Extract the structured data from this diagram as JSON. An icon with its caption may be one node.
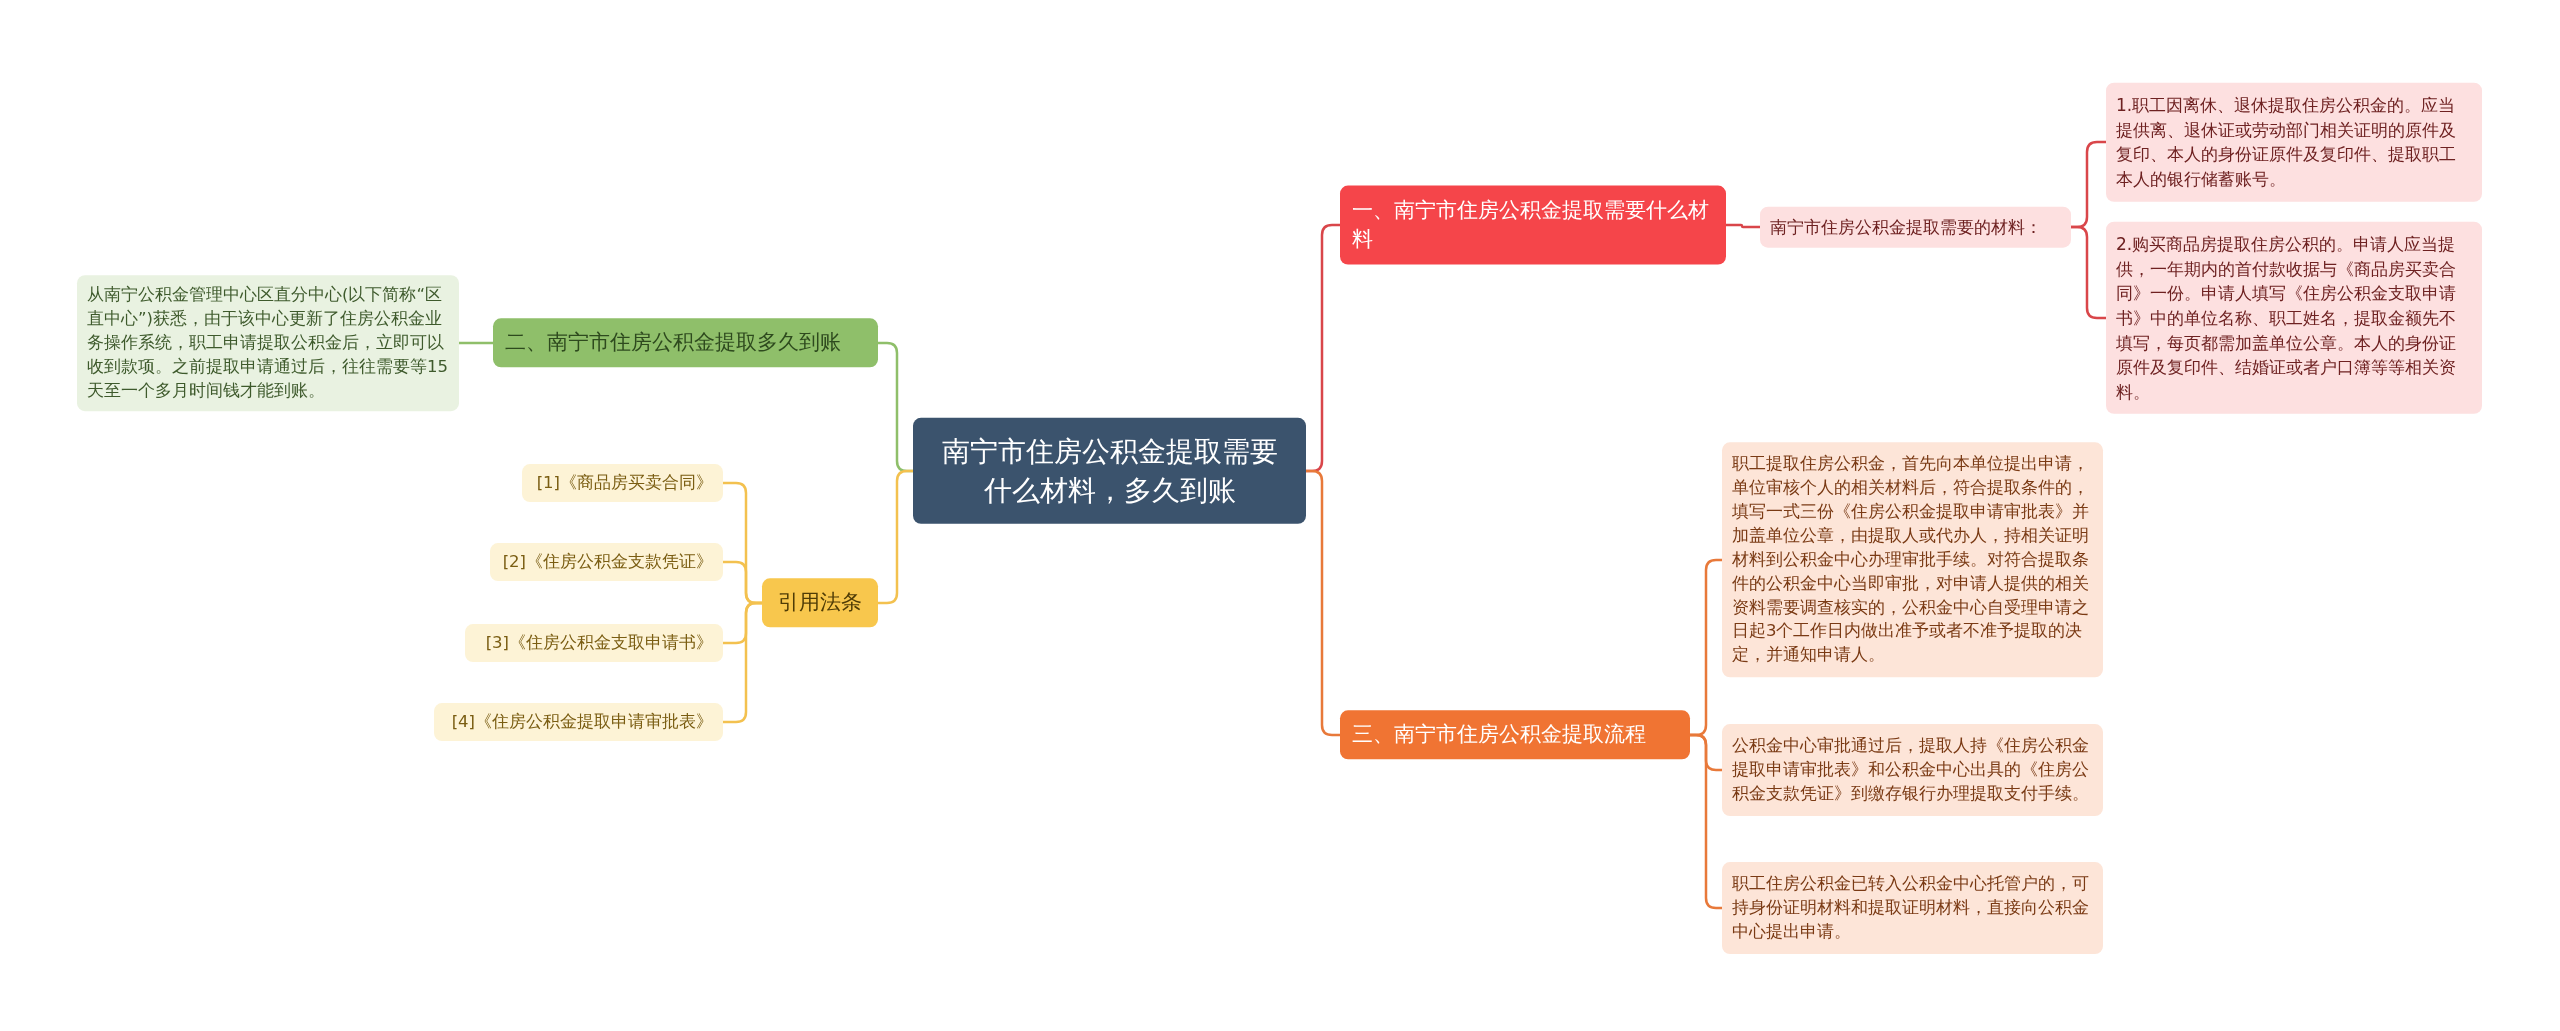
{
  "diagram": {
    "nodes": [
      {
        "text": [
          "南宁市住房公积金提取需要什么材料，多久到账"
        ]
      },
      {
        "text": [
          "一、南宁市住房公积金提取需要什么材料"
        ]
      },
      {
        "text": [
          "南宁市住房公积金提取需要的材料："
        ]
      },
      {
        "text": [
          "1.职工因离休、退休提取住房公积金的。应当提供离、退休证或劳动部门相关证明的原件及复印、本人的身份证原件及复印件、提取职工本人的银行储蓄账号。"
        ]
      },
      {
        "text": [
          "2.购买商品房提取住房公积的。申请人应当提供，一年期内的首付款收据与《商品房买卖合同》一份。申请人填写《住房公积金支取申请书》中的单位名称、职工姓名，提取金额先不填写，每页都需加盖单位公章。本人的身份证原件及复印件、结婚证或者户口簿等等相关资料。"
        ]
      },
      {
        "text": [
          "三、南宁市住房公积金提取流程"
        ]
      },
      {
        "text": [
          "职工提取住房公积金，首先向本单位提出申请，单位审核个人的相关材料后，符合提取条件的，填写一式三份《住房公积金提取申请审批表》并加盖单位公章，由提取人或代办人，持相关证明材料到公积金中心办理审批手续。对符合提取条件的公积金中心当即审批，对申请人提供的相关资料需要调查核实的，公积金中心自受理申请之日起3个工作日内做出准予或者不准予提取的决定，并通知申请人。"
        ]
      },
      {
        "text": [
          "公积金中心审批通过后，提取人持《住房公积金提取申请审批表》和公积金中心出具的《住房公积金支款凭证》到缴存银行办理提取支付手续。"
        ]
      },
      {
        "text": [
          "职工住房公积金已转入公积金中心托管户的，可持身份证明材料和提取证明材料，直接向公积金中心提出申请。"
        ]
      },
      {
        "text": [
          "二、南宁市住房公积金提取多久到账"
        ]
      },
      {
        "text": [
          "从南宁公积金管理中心区直分中心(以下简称“区直中心”)获悉，由于该中心更新了住房公积金业务操作系统，职工申请提取公积金后，立即可以收到款项。之前提取申请通过后，往往需要等15天至一个多月时间钱才能到账。"
        ]
      },
      {
        "text": [
          "引用法条"
        ]
      },
      {
        "text": [
          "[1]《商品房买卖合同》"
        ]
      },
      {
        "text": [
          "[2]《住房公积金支款凭证》"
        ]
      },
      {
        "text": [
          "[3]《住房公积金支取申请书》"
        ]
      },
      {
        "text": [
          "[4]《住房公积金提取申请审批表》"
        ]
      }
    ],
    "edges": [
      {
        "from": 0,
        "to": 1,
        "arrow": "none",
        "color": "#d9464a"
      },
      {
        "from": 1,
        "to": 2,
        "arrow": "none",
        "color": "#d9464a"
      },
      {
        "from": 2,
        "to": 3,
        "arrow": "none",
        "color": "#d9464a"
      },
      {
        "from": 2,
        "to": 4,
        "arrow": "none",
        "color": "#d9464a"
      },
      {
        "from": 0,
        "to": 5,
        "arrow": "none",
        "color": "#e8793a"
      },
      {
        "from": 5,
        "to": 6,
        "arrow": "none",
        "color": "#e8793a"
      },
      {
        "from": 5,
        "to": 7,
        "arrow": "none",
        "color": "#e8793a"
      },
      {
        "from": 5,
        "to": 8,
        "arrow": "none",
        "color": "#e8793a"
      },
      {
        "from": 0,
        "to": 9,
        "arrow": "none",
        "color": "#8fbf6a"
      },
      {
        "from": 9,
        "to": 10,
        "arrow": "none",
        "color": "#8fbf6a"
      },
      {
        "from": 0,
        "to": 11,
        "arrow": "none",
        "color": "#f3c14f"
      },
      {
        "from": 11,
        "to": 12,
        "arrow": "none",
        "color": "#f3c14f"
      },
      {
        "from": 11,
        "to": 13,
        "arrow": "none",
        "color": "#f3c14f"
      },
      {
        "from": 11,
        "to": 14,
        "arrow": "none",
        "color": "#f3c14f"
      },
      {
        "from": 11,
        "to": 15,
        "arrow": "none",
        "color": "#f3c14f"
      }
    ]
  }
}
